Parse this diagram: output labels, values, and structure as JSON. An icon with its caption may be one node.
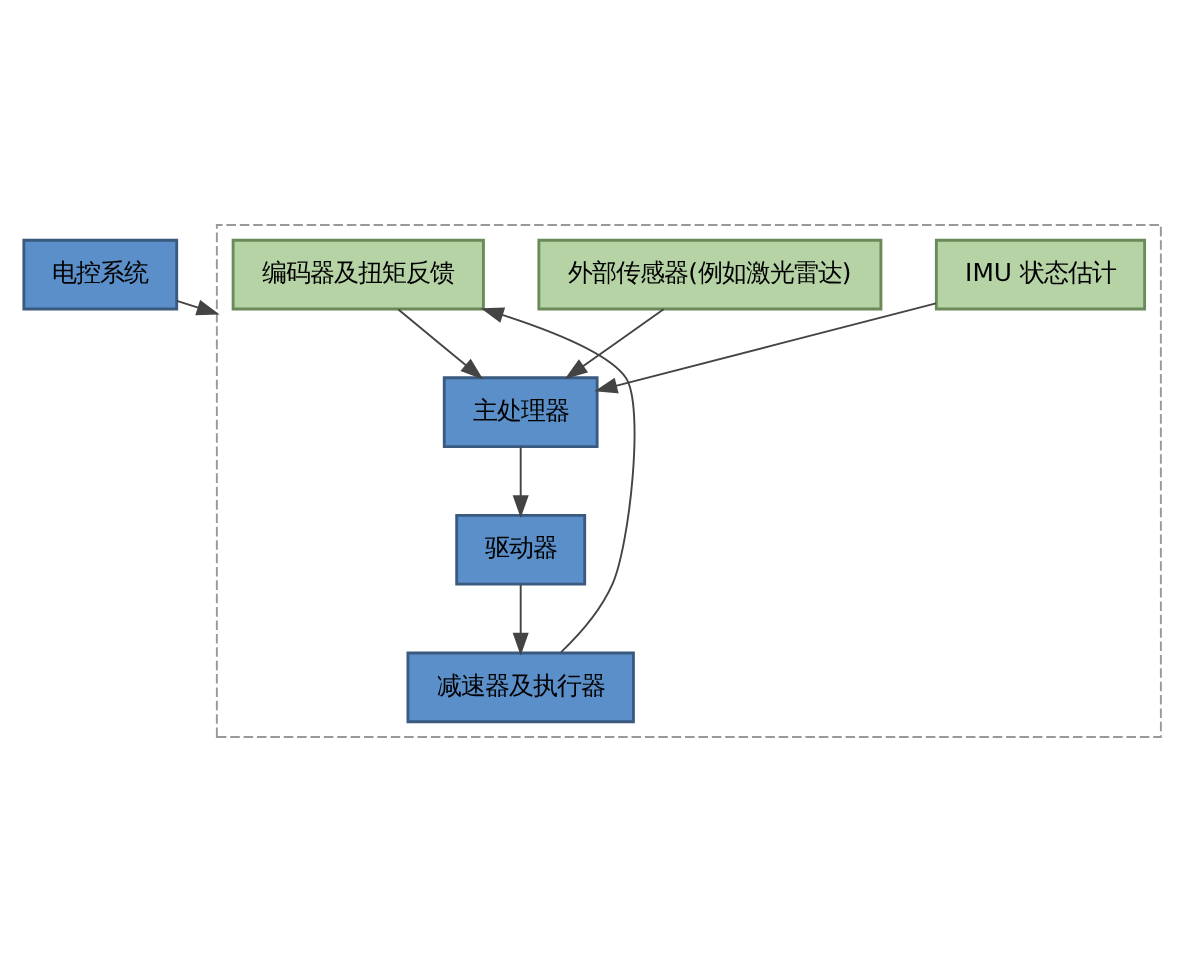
{
  "diagram": {
    "nodes": [
      {
        "text": [
          "电控系统"
        ]
      },
      {
        "text": [],
        "shape": "box"
      },
      {
        "text": [
          "IMU 状态估计"
        ],
        "in": 1
      },
      {
        "text": [
          "外部传感器(例如激光雷达)"
        ],
        "in": 1
      },
      {
        "text": [
          "编码器及扭矩反馈"
        ],
        "in": 1
      },
      {
        "text": [
          "主处理器"
        ],
        "in": 1
      },
      {
        "text": [
          "驱动器"
        ],
        "in": 1
      },
      {
        "text": [
          "减速器及执行器"
        ],
        "in": 1
      }
    ],
    "edges": [
      {
        "from": 0,
        "to": 1,
        "arrow": "to"
      },
      {
        "from": 2,
        "to": 5,
        "arrow": "to"
      },
      {
        "from": 3,
        "to": 5,
        "arrow": "to"
      },
      {
        "from": 4,
        "to": 5,
        "arrow": "to"
      },
      {
        "from": 5,
        "to": 6,
        "arrow": "to"
      },
      {
        "from": 6,
        "to": 7,
        "arrow": "to"
      },
      {
        "from": 7,
        "to": 4,
        "arrow": "to"
      }
    ]
  }
}
